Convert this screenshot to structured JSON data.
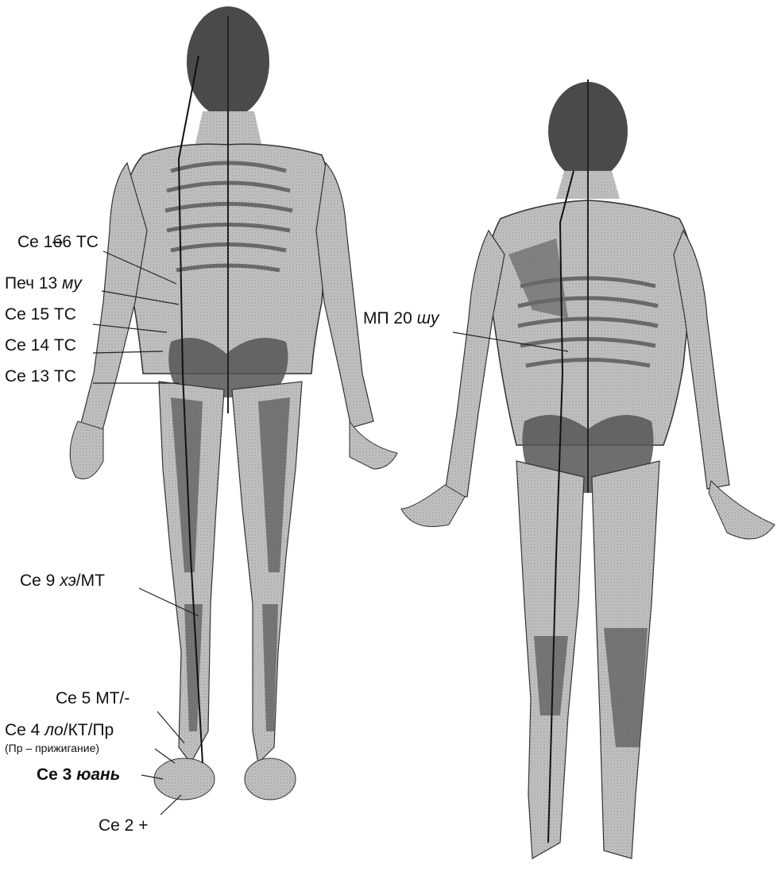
{
  "colors": {
    "figure_fill": "#b9b9b9",
    "figure_dark": "#3a3a3a",
    "bone": "#6e6e6e",
    "line": "#1a1a1a"
  },
  "labels": {
    "se16": {
      "pre": "Се 1",
      "strike": "б",
      "post": "6 ТС"
    },
    "pech13": {
      "pre": "Печ 13 ",
      "ital": "му"
    },
    "se15": "Се 15 ТС",
    "se14": "Се 14 ТС",
    "se13": "Се 13 ТС",
    "mp20": {
      "pre": "МП 20 ",
      "ital": "шу"
    },
    "se9": {
      "pre": "Се 9 ",
      "ital": "хэ",
      "post": "/МТ"
    },
    "se5": "Се 5 МТ/-",
    "se4": {
      "pre": "Се 4 ",
      "ital": "ло",
      "post": "/КТ/Пр"
    },
    "se4_note": "(Пр – прижигание)",
    "se3": {
      "pre": "Се 3 ",
      "ital": "юань"
    },
    "se2": "Се 2 +"
  }
}
